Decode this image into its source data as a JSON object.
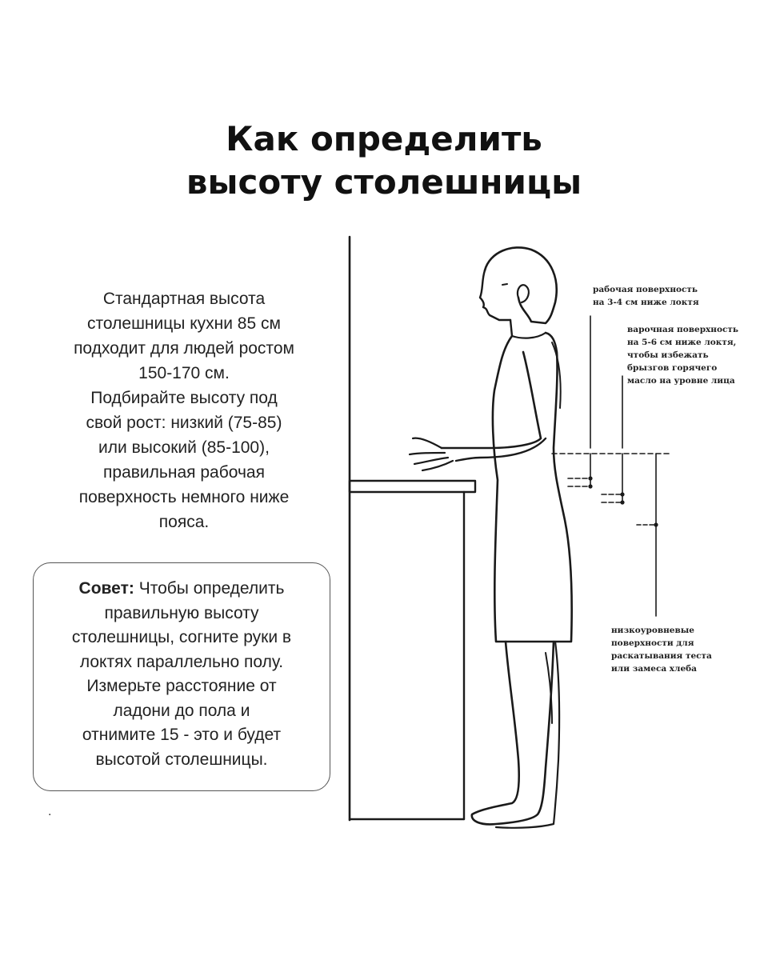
{
  "title": {
    "line1": "Как определить",
    "line2": "высоту столешницы"
  },
  "intro": {
    "lines": [
      "Стандартная высота",
      "столешницы кухни 85 см",
      "подходит для людей ростом",
      "150-170 см.",
      "Подбирайте высоту под",
      "свой рост: низкий (75-85)",
      "или высокий (85-100),",
      "правильная рабочая",
      "поверхность немного ниже",
      "пояса."
    ]
  },
  "tip": {
    "label": "Совет:",
    "first_line_rest": " Чтобы определить",
    "lines": [
      "правильную высоту",
      "столешницы, согните руки в",
      "локтях параллельно полу.",
      "Измерьте расстояние от",
      "ладони до пола и",
      "отнимите 15 - это и будет",
      "высотой столешницы."
    ]
  },
  "stray_mark": ".",
  "annotations": {
    "work_surface": [
      "рабочая поверхность",
      "на 3-4 см ниже локтя"
    ],
    "cooking_surface": [
      "варочная поверхность",
      "на 5-6 см ниже локтя,",
      "чтобы избежать",
      "брызгов горячего",
      "масло на уровне лица"
    ],
    "low_surface": [
      "низкоуровневые",
      "поверхности для",
      "раскатывания теста",
      "или замеса хлеба"
    ]
  },
  "colors": {
    "ink": "#1a1a1a",
    "background": "#ffffff",
    "box_border": "#555555"
  }
}
